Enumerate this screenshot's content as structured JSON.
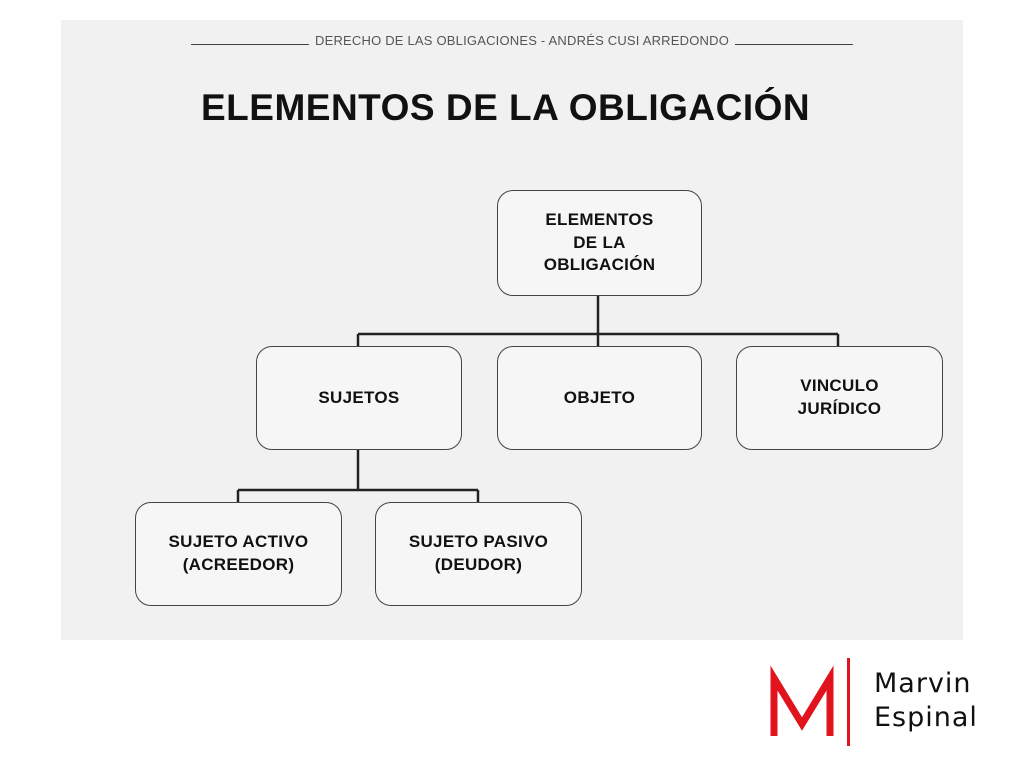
{
  "header": {
    "text": "DERECHO DE LAS OBLIGACIONES - ANDRÉS CUSI ARREDONDO"
  },
  "title": "ELEMENTOS DE LA OBLIGACIÓN",
  "diagram": {
    "root": "ELEMENTOS\nDE LA\nOBLIGACIÓN",
    "sujetos": "SUJETOS",
    "objeto": "OBJETO",
    "vinculo": "VINCULO\nJURÍDICO",
    "sujeto_activo": "SUJETO ACTIVO\n(ACREEDOR)",
    "sujeto_pasivo": "SUJETO PASIVO\n(DEUDOR)"
  },
  "logo": {
    "line1": "Marvin",
    "line2": "Espinal",
    "color": "#e1141d"
  }
}
